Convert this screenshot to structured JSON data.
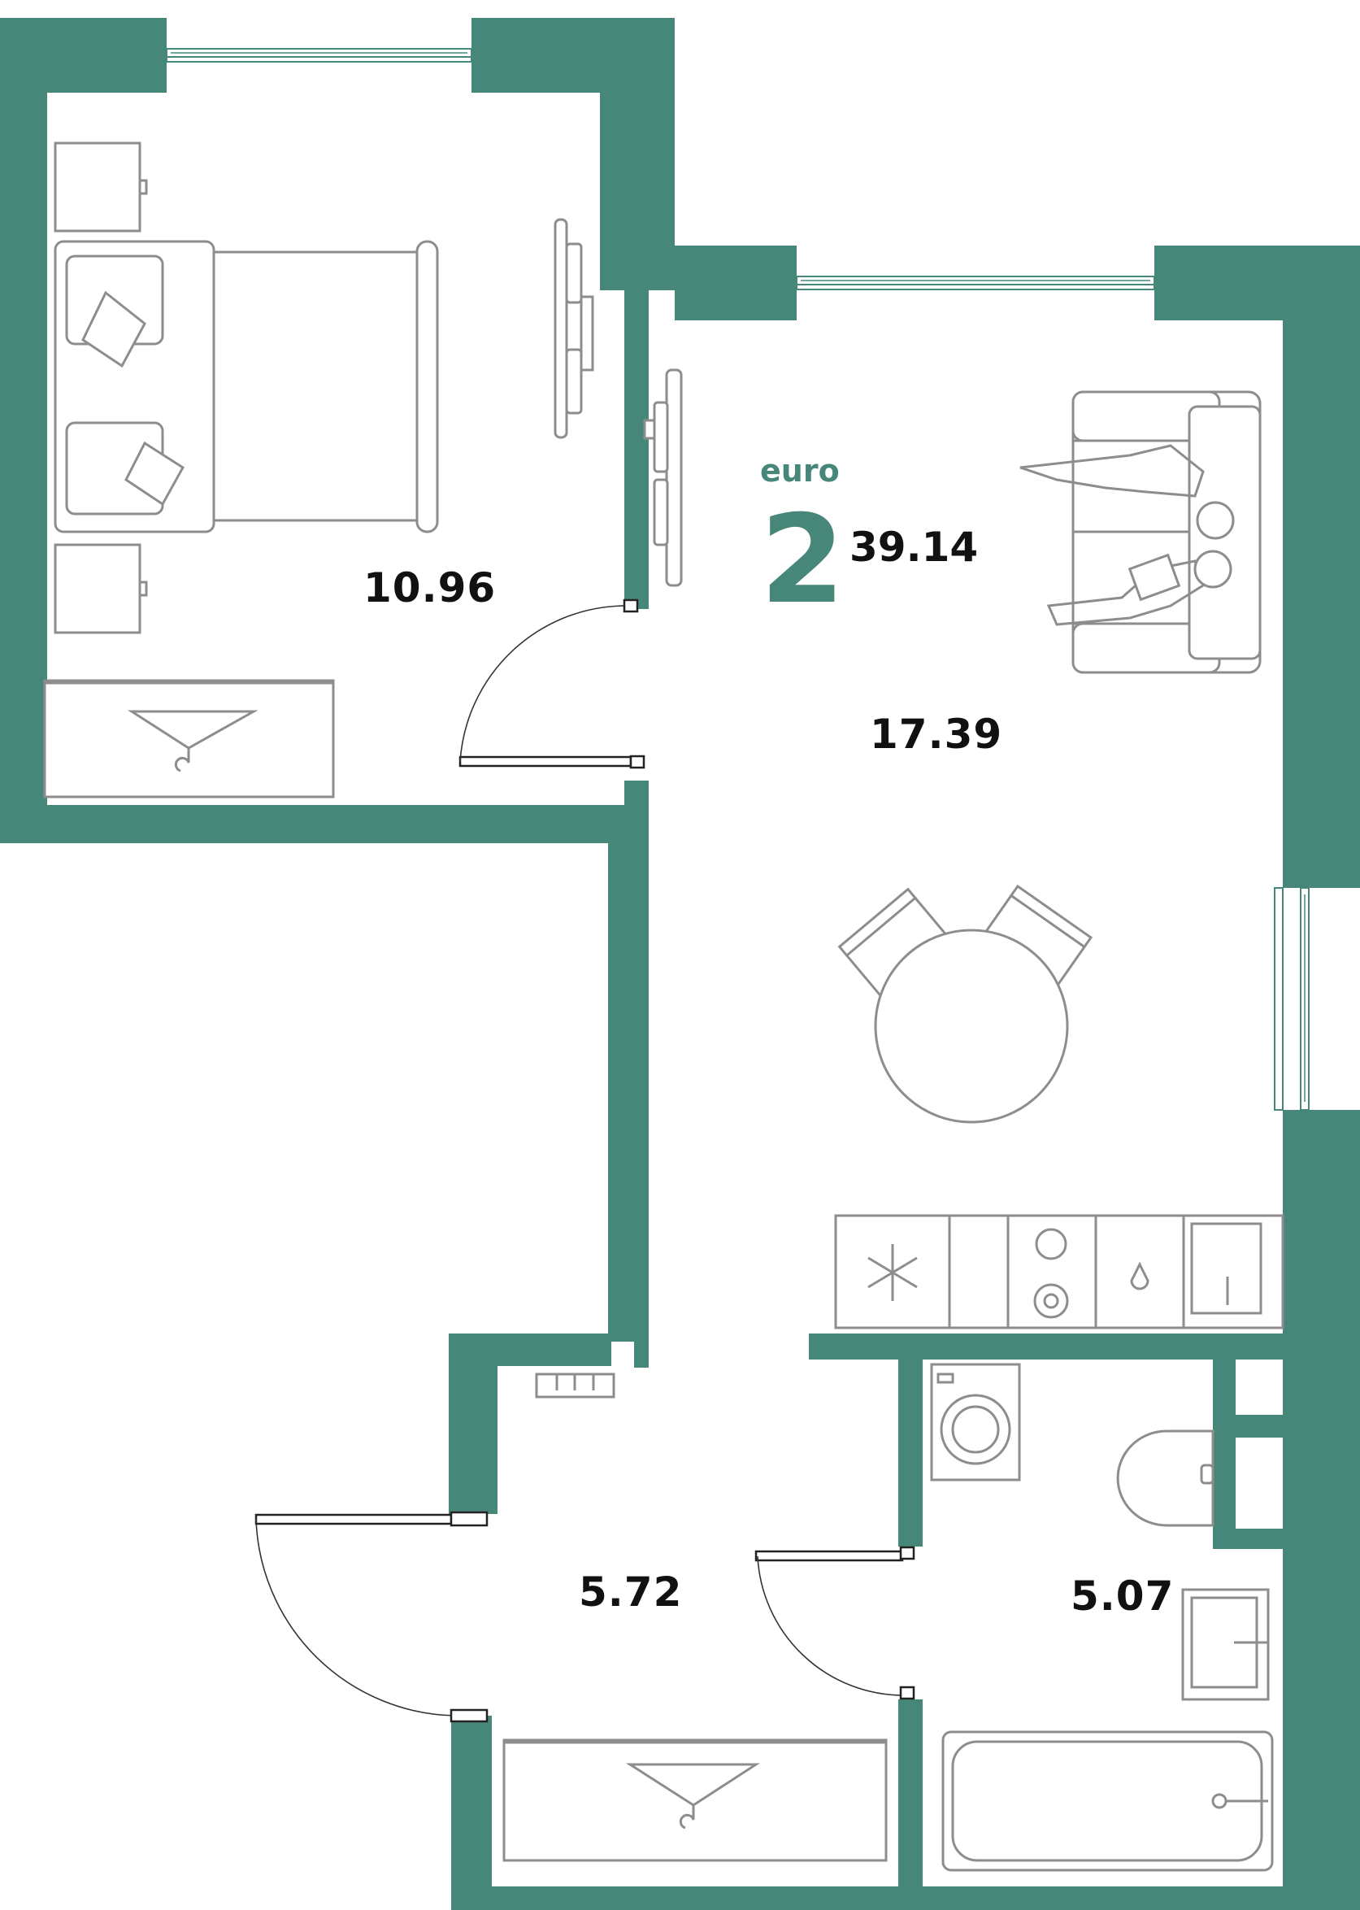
{
  "apartment": {
    "type_label": "euro",
    "rooms_count": "2",
    "total_area": "39.14"
  },
  "rooms": {
    "bedroom_area": "10.96",
    "living_kitchen_area": "17.39",
    "hallway_area": "5.72",
    "bathroom_area": "5.07"
  },
  "colors": {
    "wall": "#47877a",
    "furniture_stroke": "#8d8d8d",
    "text": "#111111",
    "accent": "#47877a"
  },
  "icons": {
    "bed": "bed-icon",
    "sofa": "sofa-icon",
    "dining_table": "dining-table-icon",
    "kitchen": "kitchen-unit-icon",
    "toilet": "toilet-icon",
    "bathtub": "bathtub-icon",
    "washer": "washing-machine-icon"
  }
}
